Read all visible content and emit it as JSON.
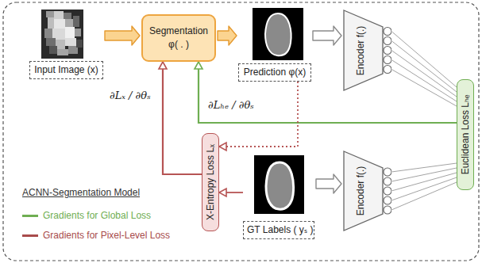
{
  "diagram": {
    "nodes": [
      {
        "text": [
          "Input Image (x)"
        ]
      },
      {
        "text": [
          "Segmentation",
          "φ( . )"
        ]
      },
      {
        "text": [
          "Prediction φ(x)"
        ]
      },
      {
        "text": [
          "Encoder f(.)"
        ]
      },
      {
        "text": [
          "Euclidean Loss Lₕₑ"
        ]
      },
      {
        "text": [
          "X-Entropy Loss Lₓ"
        ]
      },
      {
        "text": [
          "GT Labels ( yₛ )"
        ]
      },
      {
        "text": [
          "Encoder f(.)"
        ]
      }
    ],
    "edges": [
      {
        "from": 0,
        "to": 1,
        "arrow": "to"
      },
      {
        "from": 1,
        "to": 2,
        "arrow": "to"
      },
      {
        "from": 2,
        "to": 3,
        "arrow": "to"
      },
      {
        "from": 3,
        "to": 4,
        "arrow": "none"
      },
      {
        "from": 6,
        "to": 7,
        "arrow": "to"
      },
      {
        "from": 7,
        "to": 4,
        "arrow": "none"
      },
      {
        "from": 4,
        "to": 1,
        "label": "∂Lₕₑ / ∂θₛ",
        "arrow": "to"
      },
      {
        "from": 2,
        "to": 5,
        "arrow": "to"
      },
      {
        "from": 6,
        "to": 5,
        "arrow": "to"
      },
      {
        "from": 5,
        "to": 1,
        "label": "∂Lₓ / ∂θₛ",
        "arrow": "to"
      }
    ],
    "labels": [
      "ACNN-Segmentation Model"
    ],
    "legend": [
      {
        "text": "Gradients for Global Loss",
        "color": "#6fae52"
      },
      {
        "text": "Gradients for Pixel-Level Loss",
        "color": "#a84b4b"
      }
    ]
  }
}
